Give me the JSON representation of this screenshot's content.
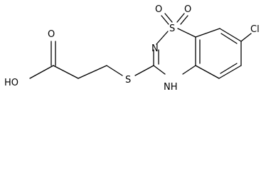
{
  "molecule": {
    "atoms": {
      "cl": "Cl",
      "s_ring": "S",
      "o_top_left": "O",
      "o_top_right": "O",
      "n_imine": "N",
      "nh": "NH",
      "s_thio": "S",
      "oh": "HO",
      "o_carbonyl": "O"
    }
  }
}
